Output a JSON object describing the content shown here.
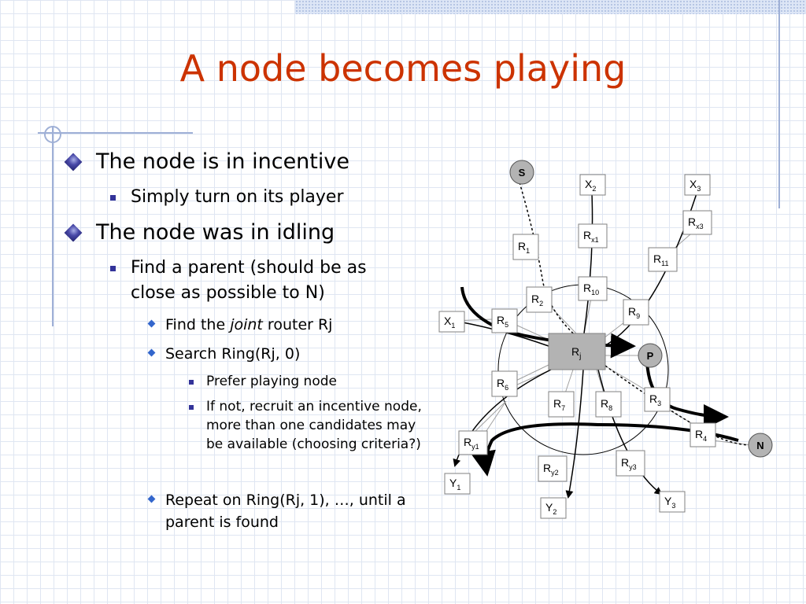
{
  "slide": {
    "title": "A node becomes playing"
  },
  "bullets": {
    "b1": "The node is in incentive",
    "b1_1": "Simply turn on its player",
    "b2": "The node was in idling",
    "b2_1": "Find a parent (should be as close as possible to N)",
    "b2_1_1_pre": "Find the ",
    "b2_1_1_em": "joint",
    "b2_1_1_post": " router Rj",
    "b2_1_2": "Search Ring(Rj, 0)",
    "b2_1_2_1": "Prefer playing node",
    "b2_1_2_2": "If not, recruit an incentive node, more than one candidates may be available (choosing criteria?)",
    "b2_1_3": "Repeat on Ring(Rj, 1), …, until a parent is found"
  },
  "diagram": {
    "S": "S",
    "P": "P",
    "N": "N",
    "X1": [
      "X",
      "1"
    ],
    "X2": [
      "X",
      "2"
    ],
    "X3": [
      "X",
      "3"
    ],
    "Y1": [
      "Y",
      "1"
    ],
    "Y2": [
      "Y",
      "2"
    ],
    "Y3": [
      "Y",
      "3"
    ],
    "R1": [
      "R",
      "1"
    ],
    "R2": [
      "R",
      "2"
    ],
    "R3": [
      "R",
      "3"
    ],
    "R4": [
      "R",
      "4"
    ],
    "R5": [
      "R",
      "5"
    ],
    "R6": [
      "R",
      "6"
    ],
    "R7": [
      "R",
      "7"
    ],
    "R8": [
      "R",
      "8"
    ],
    "R9": [
      "R",
      "9"
    ],
    "R10": [
      "R",
      "10"
    ],
    "R11": [
      "R",
      "11"
    ],
    "Rx1": [
      "R",
      "x1"
    ],
    "Rx3": [
      "R",
      "x3"
    ],
    "Ry1": [
      "R",
      "y1"
    ],
    "Ry2": [
      "R",
      "y2"
    ],
    "Ry3": [
      "R",
      "y3"
    ],
    "Rj": [
      "R",
      "j"
    ],
    "colors": {
      "title": "#cc3300",
      "node_fill": "#b3b3b3",
      "box_stroke": "#808080"
    }
  }
}
